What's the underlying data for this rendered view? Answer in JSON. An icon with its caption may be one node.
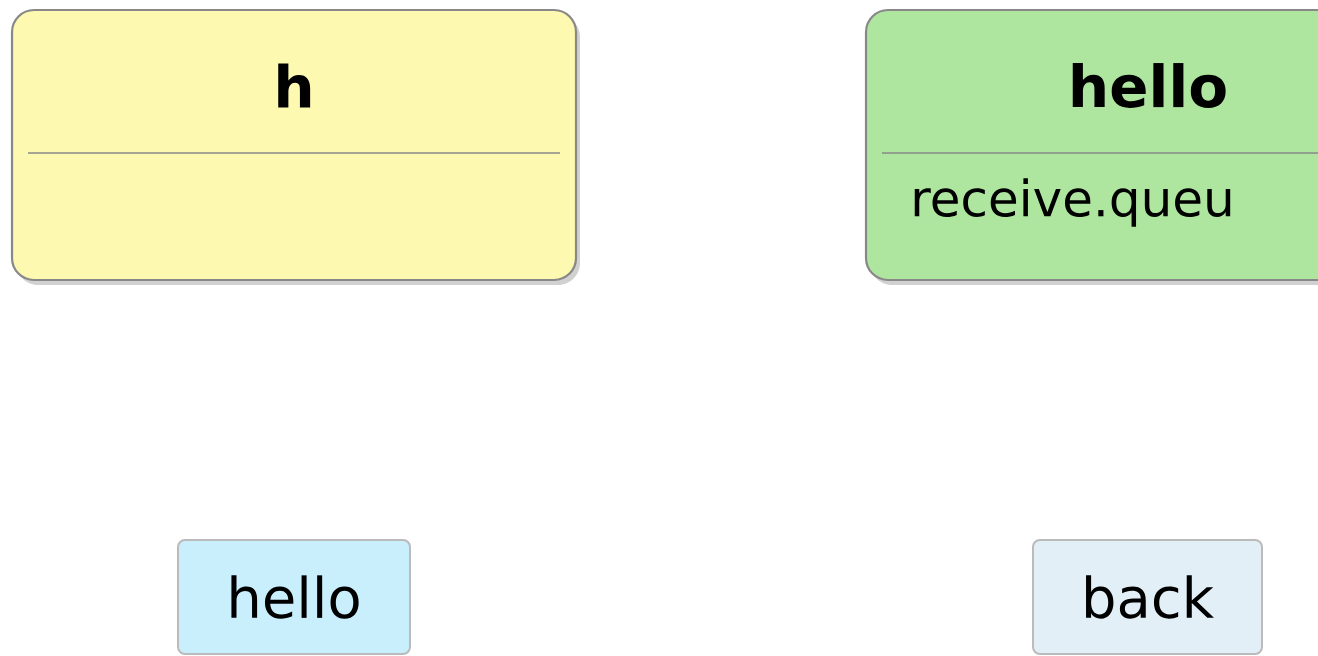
{
  "diagram": {
    "nodes": [
      {
        "text": [
          "h"
        ]
      },
      {
        "text": [
          "hello",
          "receive.queu"
        ]
      },
      {
        "text": [
          "hello"
        ]
      },
      {
        "text": [
          "back"
        ]
      }
    ]
  }
}
